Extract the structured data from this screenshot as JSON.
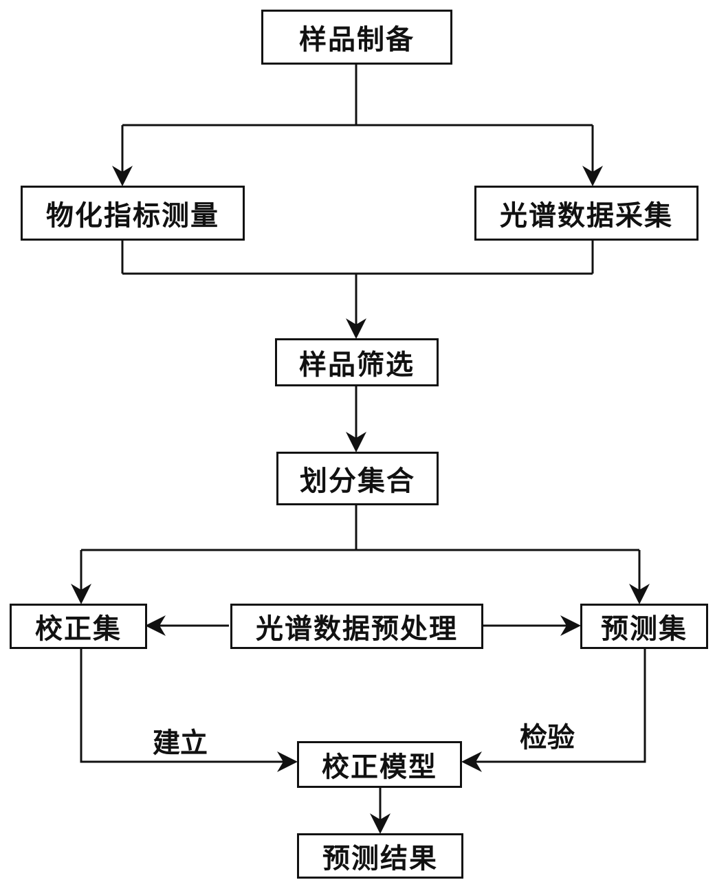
{
  "nodes": {
    "sample_preparation": "样品制备",
    "physchem_measurement": "物化指标测量",
    "spectral_acquisition": "光谱数据采集",
    "sample_screening": "样品筛选",
    "set_division": "划分集合",
    "calibration_set": "校正集",
    "spectral_preprocessing": "光谱数据预处理",
    "prediction_set": "预测集",
    "calibration_model": "校正模型",
    "prediction_result": "预测结果"
  },
  "edge_labels": {
    "build": "建立",
    "validate": "检验"
  },
  "colors": {
    "line": "#111111",
    "box_border": "#111111",
    "text": "#111111",
    "background": "#ffffff"
  }
}
